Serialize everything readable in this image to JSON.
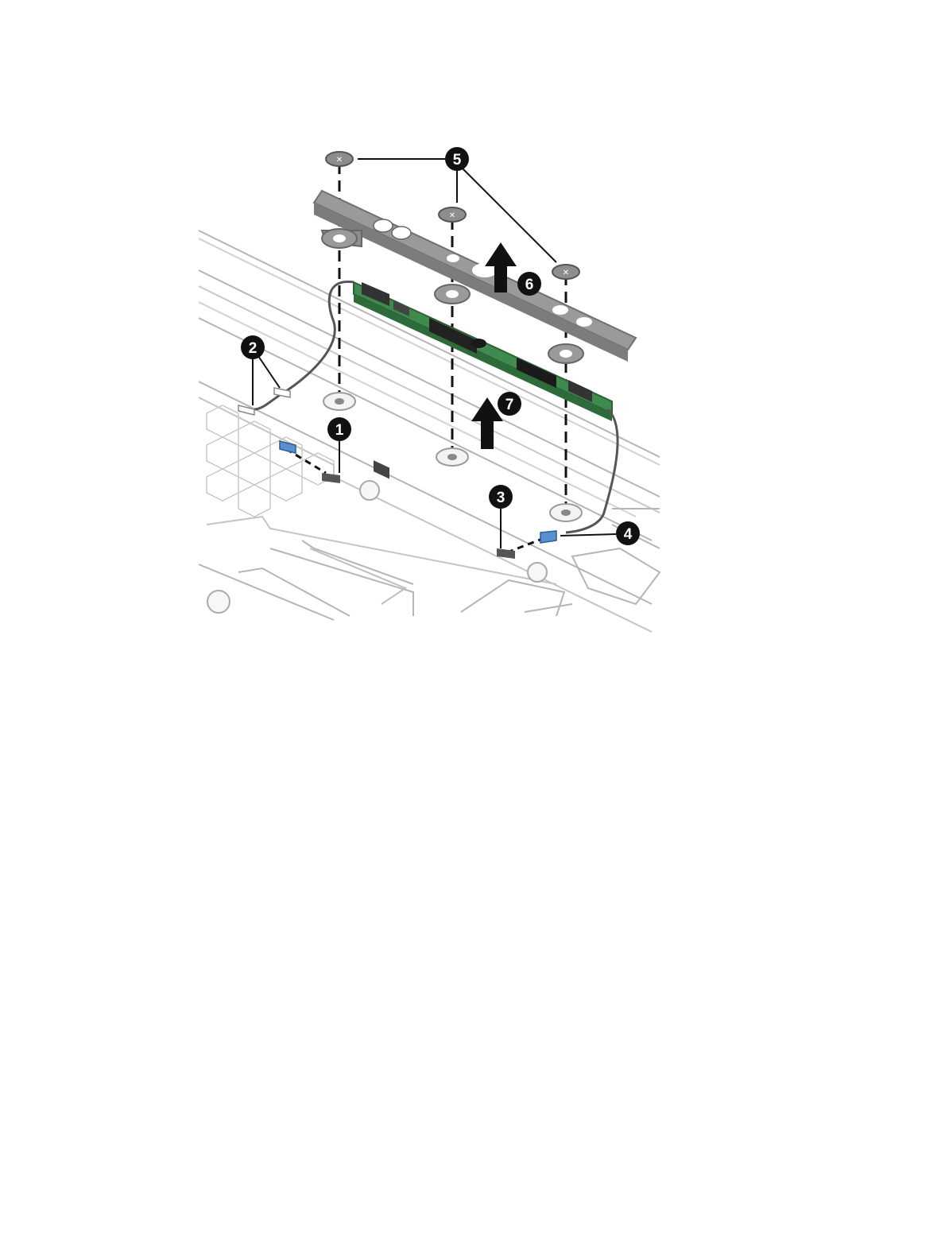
{
  "figure": {
    "callouts": [
      {
        "label": "1"
      },
      {
        "label": "2"
      },
      {
        "label": "3"
      },
      {
        "label": "4"
      },
      {
        "label": "5"
      },
      {
        "label": "6"
      },
      {
        "label": "7"
      }
    ],
    "colors": {
      "board": "#3f8a4e",
      "bracket": "#8c8c8c",
      "chassis_line": "#a9a9a9",
      "callout": "#111111",
      "connector": "#5a8fcf"
    }
  }
}
